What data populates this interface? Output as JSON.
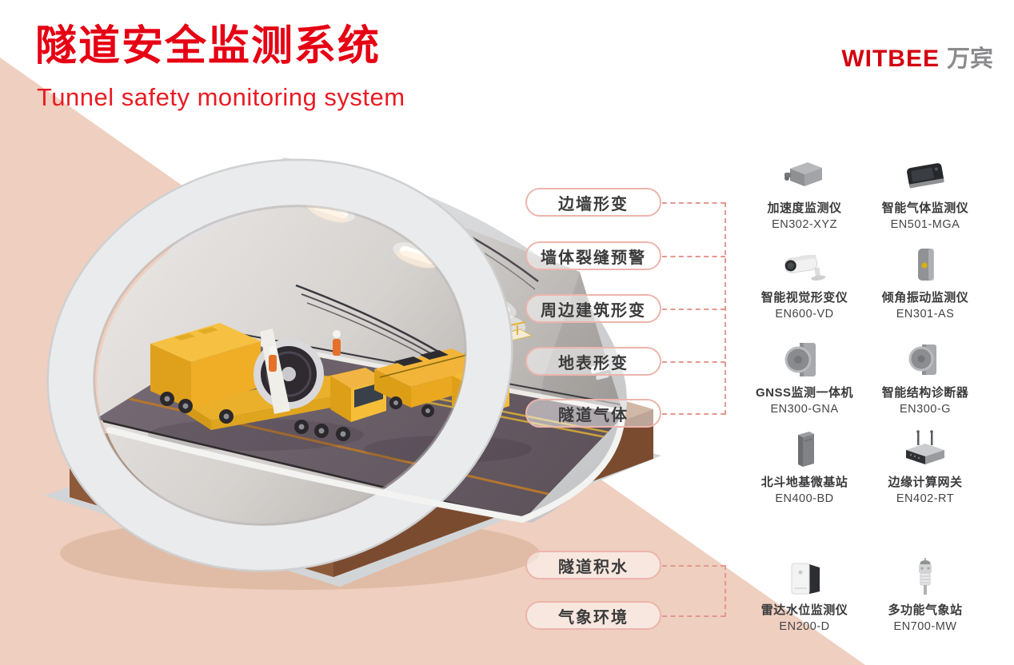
{
  "header": {
    "title_zh": "隧道安全监测系统",
    "title_en": "Tunnel safety monitoring system",
    "brand": {
      "latin": "WITBEE",
      "cjk": "万宾"
    }
  },
  "category_pills": {
    "items": [
      {
        "label": "边墙形变"
      },
      {
        "label": "墙体裂缝预警"
      },
      {
        "label": "周边建筑形变"
      },
      {
        "label": "地表形变"
      },
      {
        "label": "隧道气体"
      },
      {
        "label": "隧道积水"
      },
      {
        "label": "气象环境"
      }
    ]
  },
  "product_grid": {
    "items": [
      {
        "name": "加速度监测仪",
        "model": "EN302-XYZ",
        "icon": "accelerometer"
      },
      {
        "name": "智能气体监测仪",
        "model": "EN501-MGA",
        "icon": "gas-monitor"
      },
      {
        "name": "智能视觉形变仪",
        "model": "EN600-VD",
        "icon": "vision-camera"
      },
      {
        "name": "倾角振动监测仪",
        "model": "EN301-AS",
        "icon": "tilt-vibration-monitor"
      },
      {
        "name": "GNSS监测一体机",
        "model": "EN300-GNA",
        "icon": "gnss-monitor"
      },
      {
        "name": "智能结构诊断器",
        "model": "EN300-G",
        "icon": "structure-diagnoser"
      },
      {
        "name": "北斗地基微基站",
        "model": "EN400-BD",
        "icon": "beidou-base-station"
      },
      {
        "name": "边缘计算网关",
        "model": "EN402-RT",
        "icon": "edge-gateway"
      },
      {
        "name": "雷达水位监测仪",
        "model": "EN200-D",
        "icon": "radar-water-level"
      },
      {
        "name": "多功能气象站",
        "model": "EN700-MW",
        "icon": "weather-station"
      }
    ]
  },
  "palette": {
    "title_red": "#e60014",
    "brand_red": "#d3000f",
    "brand_gray": "#8b8b8d",
    "background_pink": "#efcfbf",
    "pill_border": "#ecb5ac",
    "connector_dash": "#e39890",
    "road": "#6a5e67",
    "vehicle_yellow": "#f2b239",
    "earth_brown": "#a26f4b"
  }
}
